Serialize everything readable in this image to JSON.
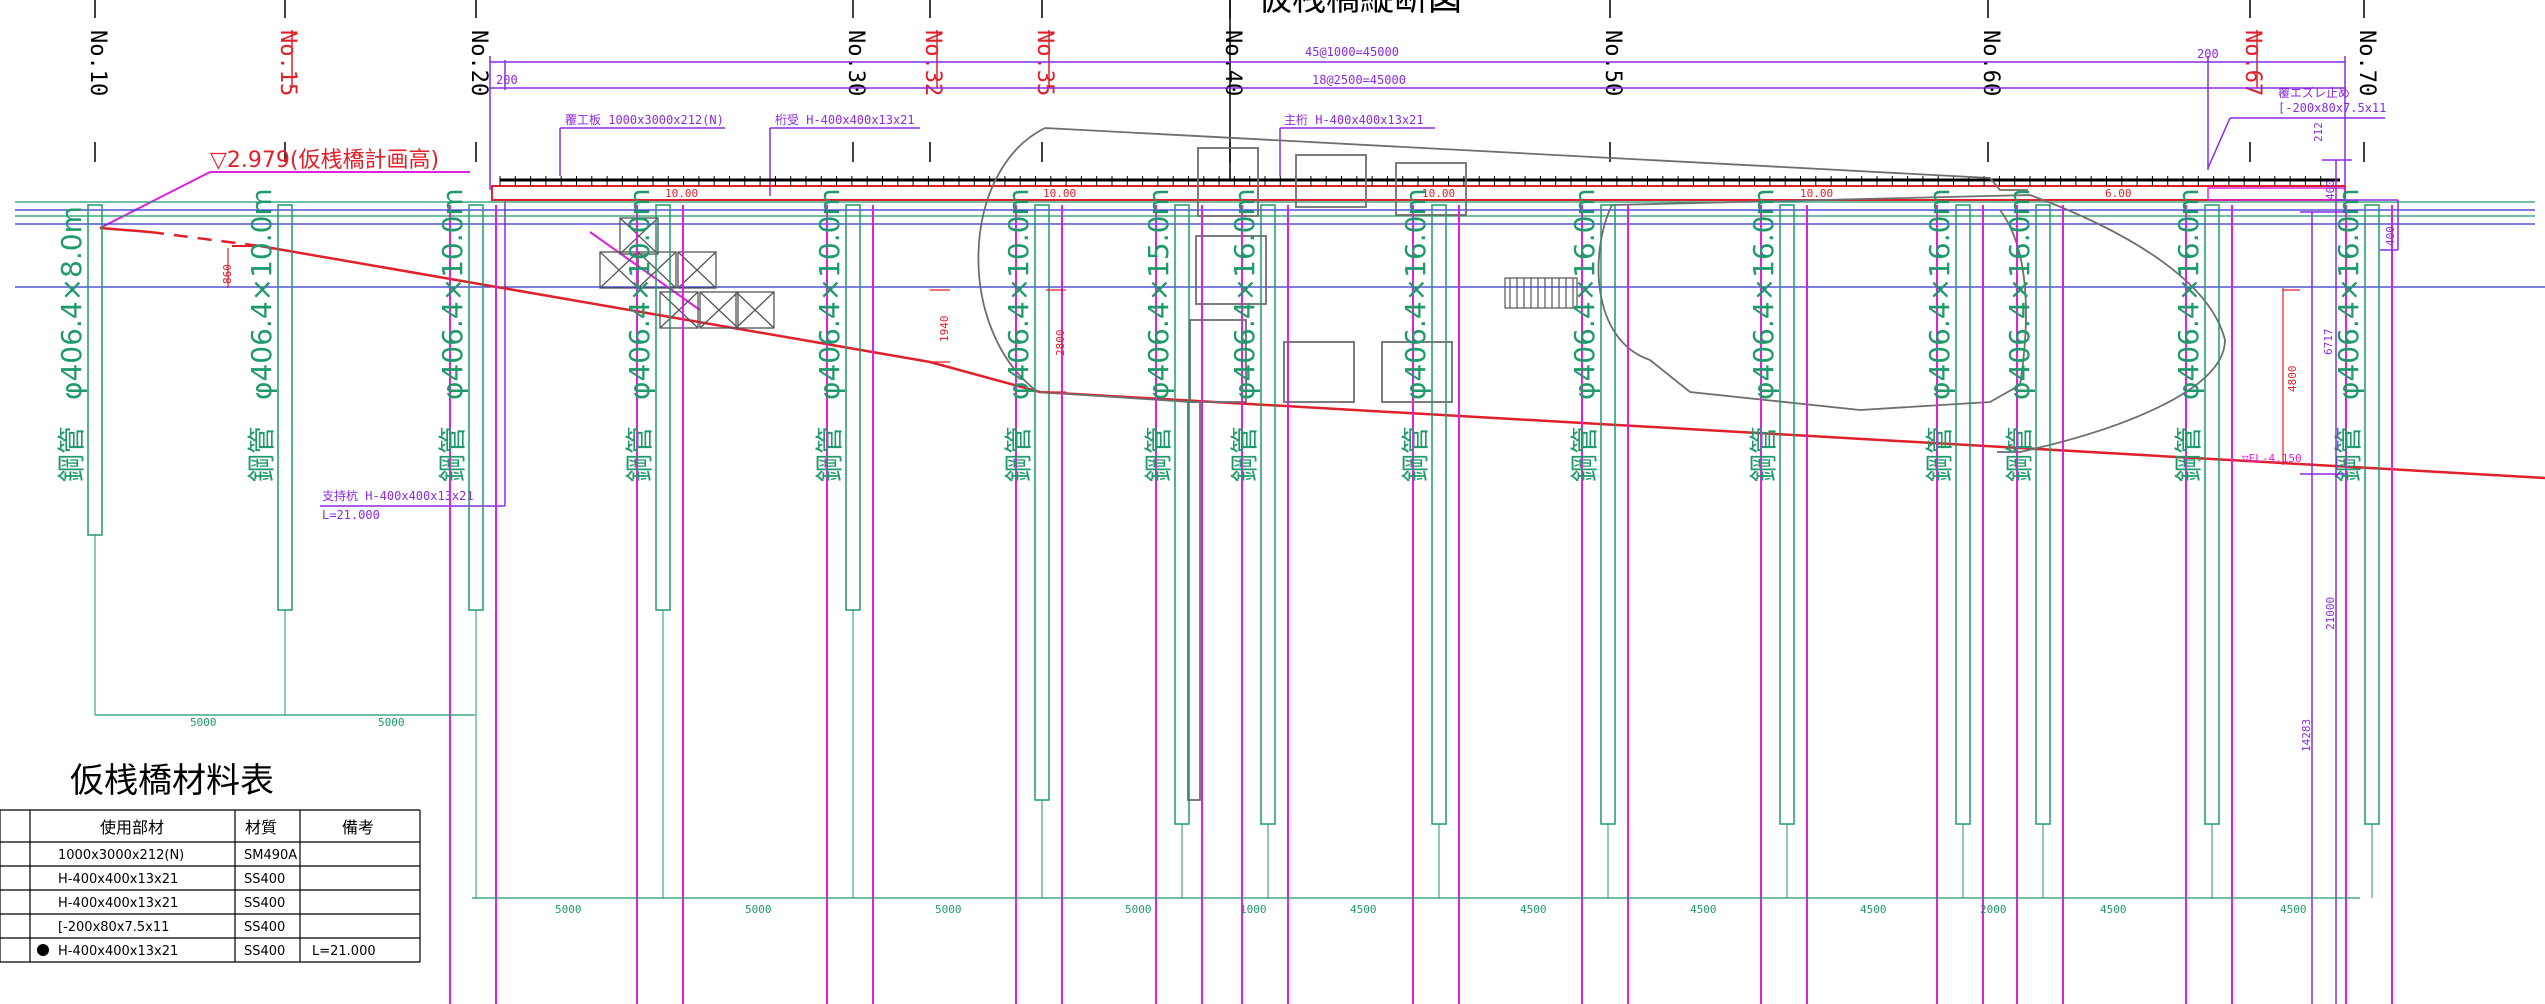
{
  "drawing_title": "仮桟橋縦断図",
  "table_title": "仮桟橋材料表",
  "stations": [
    {
      "label": "No.10",
      "color": "#000000"
    },
    {
      "label": "No.15",
      "color": "#e0202a"
    },
    {
      "label": "No.20",
      "color": "#000000"
    },
    {
      "label": "No.30",
      "color": "#000000"
    },
    {
      "label": "No.32",
      "color": "#e0202a"
    },
    {
      "label": "No.35",
      "color": "#e0202a"
    },
    {
      "label": "No.40",
      "color": "#000000"
    },
    {
      "label": "No.50",
      "color": "#000000"
    },
    {
      "label": "No.60",
      "color": "#000000"
    },
    {
      "label": "No.67",
      "color": "#e0202a"
    },
    {
      "label": "No.70",
      "color": "#000000"
    }
  ],
  "top_dims": {
    "overall_a": "45@1000=45000",
    "overall_b": "18@2500=45000",
    "left": "200",
    "right": "200"
  },
  "annotations": {
    "deck": "覆工板 1000x3000x212(N)",
    "girder_support": "桁受 H-400x400x13x21",
    "main_girder": "主桁 H-400x400x13x21",
    "shift_stopper_1": "覆エズレ止め",
    "shift_stopper_2": "[-200x80x7.5x11",
    "design_level": "▽2.979(仮桟橋計画高)",
    "support_pile_1": "支持杭 H-400x400x13x21",
    "support_pile_2": "L=21.000",
    "span_10a": "10.00",
    "span_10b": "10.00",
    "span_10c": "10.00",
    "span_10d": "10.00",
    "span_6": "6.00",
    "dim_212": "212",
    "dim_400a": "400",
    "dim_400b": "400",
    "dim_860": "860",
    "dim_1940": "1940",
    "dim_2800": "2800",
    "dim_6717": "6717",
    "dim_4800": "4800",
    "dim_21000": "21000",
    "dim_14283": "14283",
    "level_right": "▽EL-4.150"
  },
  "piles": [
    {
      "diameter": "φ406.4×8.0m",
      "material": "鋼管"
    },
    {
      "diameter": "φ406.4×10.0m",
      "material": "鋼管"
    },
    {
      "diameter": "φ406.4×10.0m",
      "material": "鋼管"
    },
    {
      "diameter": "φ406.4×10.0m",
      "material": "鋼管"
    },
    {
      "diameter": "φ406.4×10.0m",
      "material": "鋼管"
    },
    {
      "diameter": "φ406.4×10.0m",
      "material": "鋼管"
    },
    {
      "diameter": "φ406.4×15.0m",
      "material": "鋼管"
    },
    {
      "diameter": "φ406.4×16.0m",
      "material": "鋼管"
    },
    {
      "diameter": "φ406.4×16.0m",
      "material": "鋼管"
    },
    {
      "diameter": "φ406.4×16.0m",
      "material": "鋼管"
    },
    {
      "diameter": "φ406.4×16.0m",
      "material": "鋼管"
    },
    {
      "diameter": "φ406.4×16.0m",
      "material": "鋼管"
    },
    {
      "diameter": "φ406.4×16.0m",
      "material": "鋼管"
    },
    {
      "diameter": "φ406.4×16.0m",
      "material": "鋼管"
    },
    {
      "diameter": "φ406.4×16.0m",
      "material": "鋼管"
    }
  ],
  "bottom_dims_left": [
    "5000",
    "5000"
  ],
  "bottom_dims_main": [
    "5000",
    "5000",
    "5000",
    "5000",
    "1000",
    "4500",
    "4500",
    "4500",
    "4500",
    "2000",
    "4500",
    "4500"
  ],
  "material_table": {
    "headers": [
      "使用部材",
      "材質",
      "備考"
    ],
    "rows": [
      {
        "tag": "",
        "member": "1000x3000x212(N)",
        "material": "SM490A",
        "note": ""
      },
      {
        "tag": "",
        "member": "H-400x400x13x21",
        "material": "SS400",
        "note": ""
      },
      {
        "tag": "",
        "member": "H-400x400x13x21",
        "material": "SS400",
        "note": ""
      },
      {
        "tag": "",
        "member": "[-200x80x7.5x11",
        "material": "SS400",
        "note": ""
      },
      {
        "tag": "",
        "member": "H-400x400x13x21",
        "material": "SS400",
        "note": "L=21.000"
      }
    ]
  },
  "colors": {
    "magenta": "#e020e0",
    "purple": "#8a2be2",
    "red": "#e0202a",
    "green": "#1f9a6a",
    "gray": "#6e6e6e",
    "blue": "#3030d0"
  }
}
